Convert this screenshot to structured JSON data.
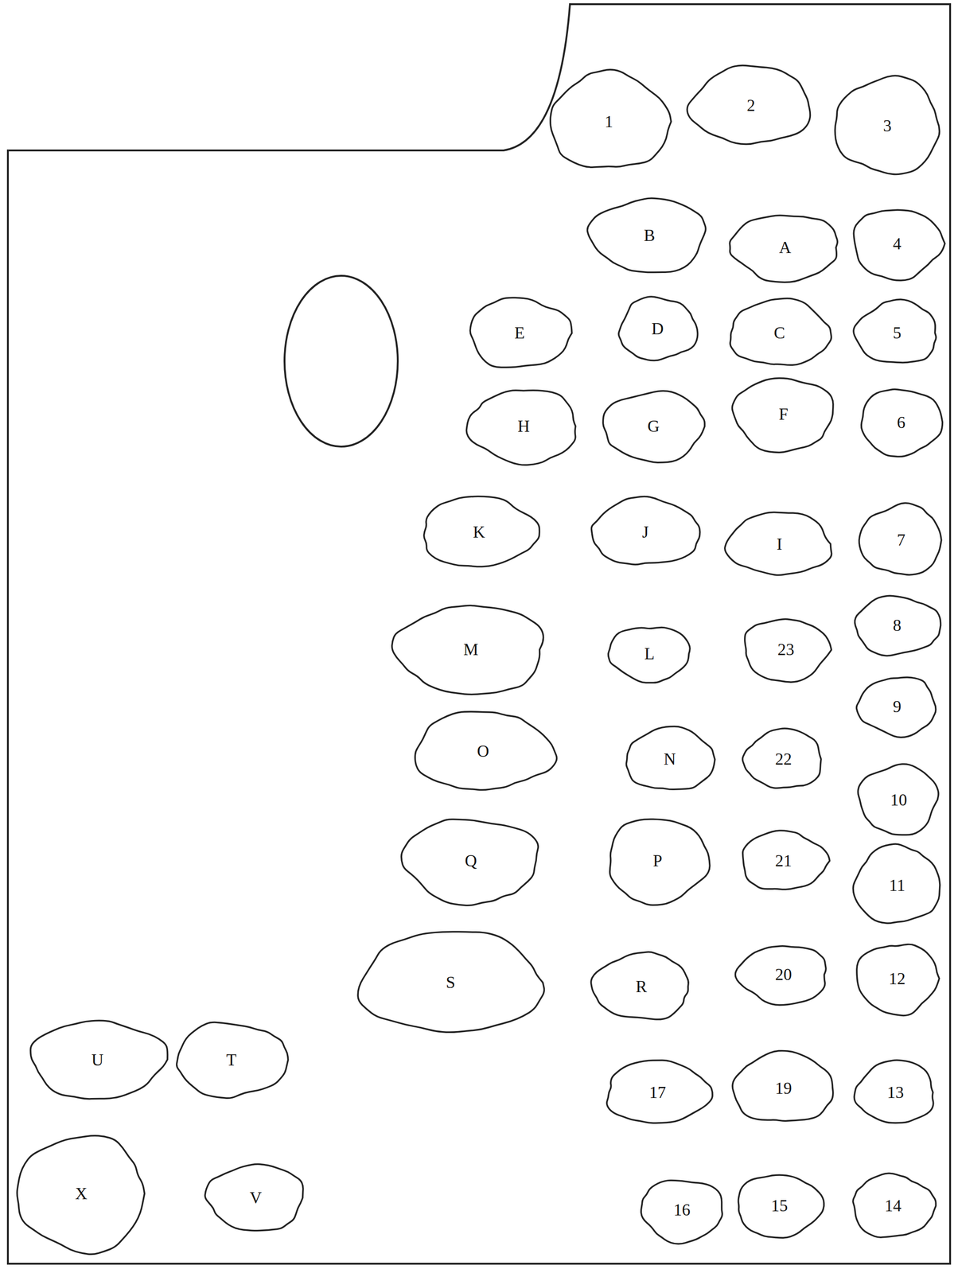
{
  "diagram": {
    "nodes": [
      {
        "text": [
          "1"
        ]
      },
      {
        "text": [
          "2"
        ]
      },
      {
        "text": [
          "3"
        ]
      },
      {
        "text": [
          "B"
        ]
      },
      {
        "text": [
          "A"
        ]
      },
      {
        "text": [
          "4"
        ]
      },
      {
        "text": [
          "E"
        ]
      },
      {
        "text": [
          "D"
        ]
      },
      {
        "text": [
          "C"
        ]
      },
      {
        "text": [
          "5"
        ]
      },
      {
        "text": [
          "H"
        ]
      },
      {
        "text": [
          "G"
        ]
      },
      {
        "text": [
          "F"
        ]
      },
      {
        "text": [
          "6"
        ]
      },
      {
        "text": [
          "K"
        ]
      },
      {
        "text": [
          "J"
        ]
      },
      {
        "text": [
          "I"
        ]
      },
      {
        "text": [
          "7"
        ]
      },
      {
        "text": [
          "M"
        ]
      },
      {
        "text": [
          "L"
        ]
      },
      {
        "text": [
          "23"
        ]
      },
      {
        "text": [
          "8"
        ]
      },
      {
        "text": [
          "O"
        ]
      },
      {
        "text": [
          "N"
        ]
      },
      {
        "text": [
          "22"
        ]
      },
      {
        "text": [
          "9"
        ]
      },
      {
        "text": [
          "10"
        ]
      },
      {
        "text": [
          "Q"
        ]
      },
      {
        "text": [
          "P"
        ]
      },
      {
        "text": [
          "21"
        ]
      },
      {
        "text": [
          "11"
        ]
      },
      {
        "text": [
          "S"
        ]
      },
      {
        "text": [
          "R"
        ]
      },
      {
        "text": [
          "20"
        ]
      },
      {
        "text": [
          "12"
        ]
      },
      {
        "text": [
          "U"
        ]
      },
      {
        "text": [
          "T"
        ]
      },
      {
        "text": [
          "17"
        ]
      },
      {
        "text": [
          "19"
        ]
      },
      {
        "text": [
          "13"
        ]
      },
      {
        "text": [
          "X"
        ]
      },
      {
        "text": [
          "V"
        ]
      },
      {
        "text": [
          "16"
        ]
      },
      {
        "text": [
          "15"
        ]
      },
      {
        "text": [
          "14"
        ]
      }
    ]
  }
}
